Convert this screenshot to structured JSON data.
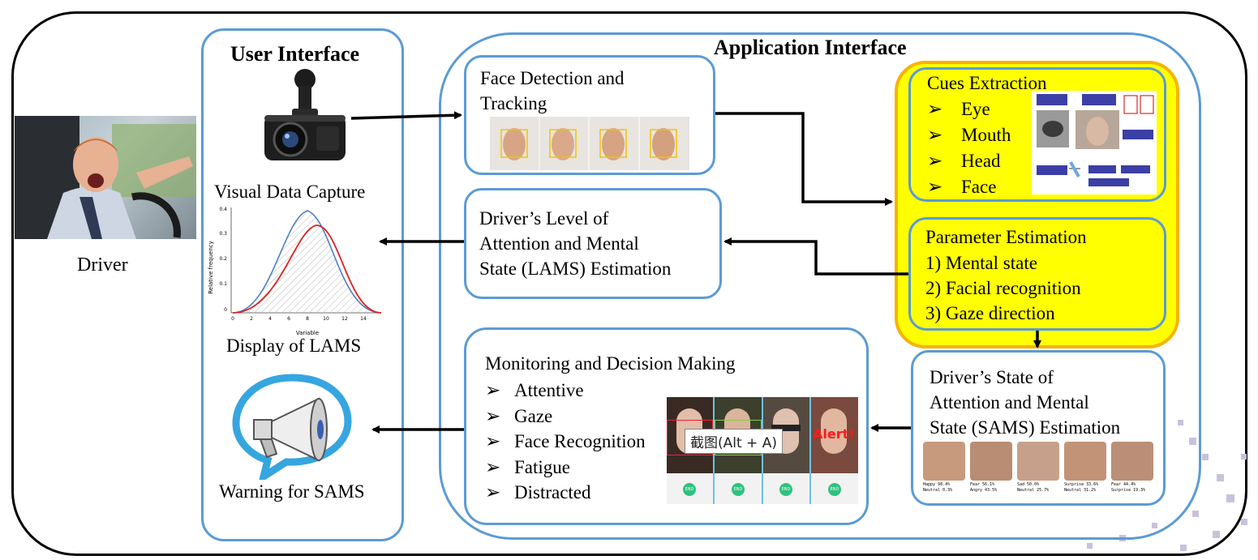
{
  "colors": {
    "frame": "#000000",
    "box_border": "#5b9bd5",
    "accent_yellow": "#ffff00",
    "accent_orange": "#f5b400",
    "alert": "#ff1a1a"
  },
  "driver": {
    "label": "Driver"
  },
  "user_interface": {
    "title": "User Interface",
    "capture_label": "Visual Data Capture",
    "display_label": "Display of LAMS",
    "warning_label": "Warning for SAMS",
    "plot": {
      "ylabel": "Relative frequency",
      "xlabel": "Variable",
      "yticks": [
        "0.4",
        "0.3",
        "0.2",
        "0.1",
        "0"
      ],
      "xticks": [
        "0",
        "2",
        "4",
        "6",
        "8",
        "10",
        "12",
        "14"
      ]
    }
  },
  "application": {
    "title": "Application Interface",
    "face_detection": {
      "line1": "Face Detection and",
      "line2": "Tracking"
    },
    "lams": {
      "line1": "Driver’s Level of",
      "line2": "Attention and Mental",
      "line3": "State (LAMS) Estimation"
    },
    "cues": {
      "title": "Cues Extraction",
      "items": [
        "Eye",
        "Mouth",
        "Head",
        "Face"
      ],
      "bullet": "➢"
    },
    "params": {
      "title": "Parameter Estimation",
      "items": [
        "1) Mental state",
        "2) Facial recognition",
        "3) Gaze direction"
      ]
    },
    "sams": {
      "line1": "Driver’s State of",
      "line2": "Attention and Mental",
      "line3": "State (SAMS) Estimation",
      "emotions": [
        [
          "Happy 98.4%",
          "Neutral 0.3%"
        ],
        [
          "Fear 56.1%",
          "Angry 43.5%"
        ],
        [
          "Sad 50.0%",
          "Neutral 25.7%"
        ],
        [
          "Surprise 33.6%",
          "Neutral 31.2%"
        ],
        [
          "Fear 44.4%",
          "Surprise 19.3%"
        ]
      ]
    },
    "monitoring": {
      "title": "Monitoring and Decision Making",
      "items": [
        "Attentive",
        "Gaze",
        "Face Recognition",
        "Fatigue",
        "Distracted"
      ],
      "bullet": "➢",
      "alert": "Alert!",
      "end_button": "END",
      "screenshot_tip": "截图(Alt + A)"
    }
  }
}
